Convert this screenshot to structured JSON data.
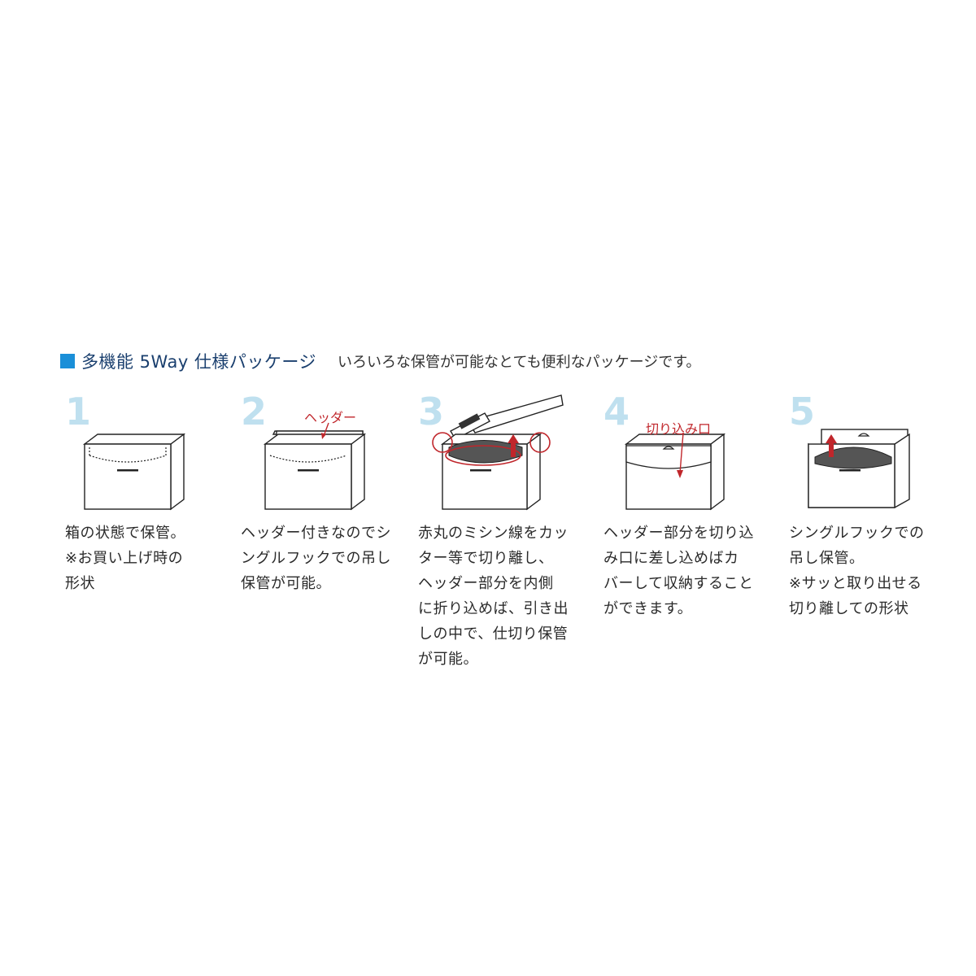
{
  "header": {
    "title": "多機能 5Way 仕様パッケージ",
    "subtitle": "いろいろな保管が可能なとても便利なパッケージです。",
    "square_color": "#1a8fd8"
  },
  "colors": {
    "accent_red": "#c0262b",
    "number_blue": "#bfe0ef"
  },
  "steps": [
    {
      "number": "1",
      "text": "箱の状態で保管。\n※お買い上げ時の\n形状"
    },
    {
      "number": "2",
      "text": "ヘッダー付きなのでシ\nングルフックでの吊し\n保管が可能。",
      "label": "ヘッダー"
    },
    {
      "number": "3",
      "text": "赤丸のミシン線をカッ\nター等で切り離し、\nヘッダー部分を内側\nに折り込めば、引き出\nしの中で、仕切り保管\nが可能。"
    },
    {
      "number": "4",
      "text": "ヘッダー部分を切り込\nみ口に差し込めばカ\nバーして収納すること\nができます。",
      "label": "切り込み口"
    },
    {
      "number": "5",
      "text": "シングルフックでの\n吊し保管。\n※サッと取り出せる\n切り離しての形状"
    }
  ]
}
